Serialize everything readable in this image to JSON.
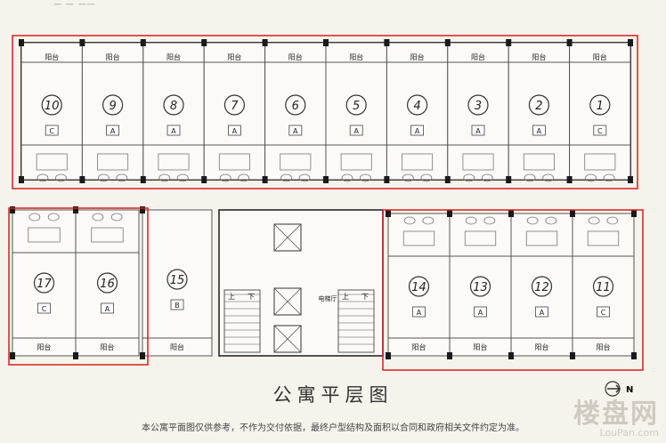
{
  "title": "公寓平层图",
  "disclaimer": "本公寓平面图仅供参考，不作为交付依据，最终户型结构及面积以合同和政府相关文件约定为准。",
  "balcony_label": "阳台",
  "compass_label": "N",
  "stair_up": "上",
  "stair_down": "下",
  "elevator_hall": "电梯厅",
  "top_strip": "— — ——",
  "watermark": {
    "main": "楼盘网",
    "sub": "LouPan.com"
  },
  "units_top": [
    {
      "num": "10",
      "type": "C"
    },
    {
      "num": "9",
      "type": "A"
    },
    {
      "num": "8",
      "type": "A"
    },
    {
      "num": "7",
      "type": "A"
    },
    {
      "num": "6",
      "type": "A"
    },
    {
      "num": "5",
      "type": "A"
    },
    {
      "num": "4",
      "type": "A"
    },
    {
      "num": "3",
      "type": "A"
    },
    {
      "num": "2",
      "type": "A"
    },
    {
      "num": "1",
      "type": "C"
    }
  ],
  "units_bottom_left": [
    {
      "num": "17",
      "type": "C"
    },
    {
      "num": "16",
      "type": "A"
    },
    {
      "num": "15",
      "type": "B"
    }
  ],
  "units_bottom_right": [
    {
      "num": "14",
      "type": "A"
    },
    {
      "num": "13",
      "type": "A"
    },
    {
      "num": "12",
      "type": "A"
    },
    {
      "num": "11",
      "type": "C"
    }
  ],
  "colors": {
    "highlight": "#d32020",
    "wall": "#1a1a1a",
    "line": "#555555",
    "background": "#f6f3ec"
  }
}
